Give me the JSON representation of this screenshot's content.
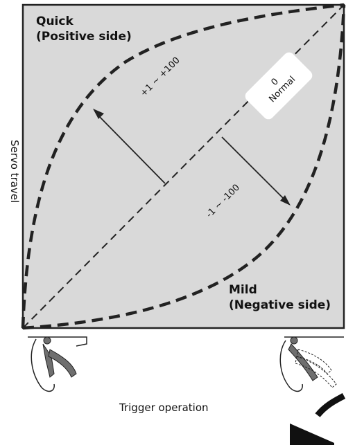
{
  "quick_label": [
    "Quick",
    "(Positive side)"
  ],
  "mild_label": [
    "Mild",
    "(Negative side)"
  ],
  "normal_label": [
    "0",
    "Normal"
  ],
  "positive_range": "+1 ~ +100",
  "negative_range": "-1 ~ -100",
  "y_axis_label": "Servo travel",
  "x_axis_label": "Trigger operation",
  "colors": {
    "panel": "#d9d9d9",
    "line": "#222222",
    "trigger": "#6f6f6f",
    "background": "#ffffff"
  }
}
